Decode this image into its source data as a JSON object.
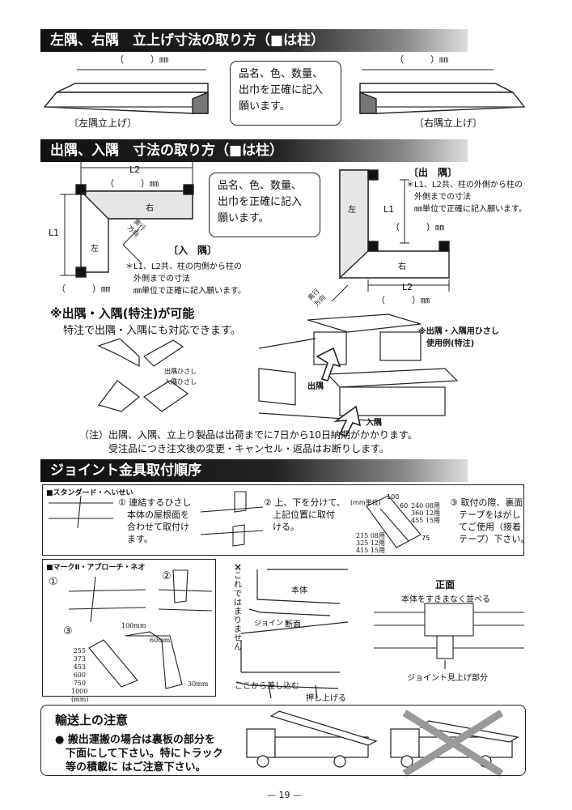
{
  "sec1": {
    "title": "左隅、右隅　立上げ寸法の取り方（■は柱）",
    "dim_left": "（　　　）㎜",
    "dim_right": "（　　　）㎜",
    "note": "品名、色、数量、\n出巾を正確に記入\n願います。",
    "label_left": "〔左隅立上げ〕",
    "label_right": "〔右隅立上げ〕"
  },
  "sec2": {
    "title": "出隅、入隅　寸法の取り方（■は柱）",
    "note": "品名、色、数量、\n出巾を正確に記入\n願います。",
    "irisumi": {
      "l2": "L2",
      "l2_dim": "（　　　）㎜",
      "l1": "L1",
      "l1_dim": "（　　　）㎜",
      "right": "右",
      "left": "左",
      "direction": "奥行方向",
      "title": "〔入　隅〕",
      "desc": "＊L1、L2共、柱の内側から柱の\n　外側までの寸法\n　㎜単位で正確に記入願います。"
    },
    "desumi": {
      "title": "〔出　隅〕",
      "desc": "＊L1、L2共、柱の外側から柱の\n　外側までの寸法\n　㎜単位で正確に記入願います。",
      "left": "左",
      "right": "右",
      "l1": "L1",
      "l1_dim": "（　　　）㎜",
      "l2": "L2",
      "l2_dim": "（　　　）㎜",
      "direction": "奥行方向"
    },
    "special_title": "※出隅・入隅(特注)が可能",
    "special_text": "特注で出隅・入隅にも対応できます。",
    "label_desumi_hisashi": "出隅ひさし",
    "label_irisumi_hisashi": "入隅ひさし",
    "example_note": "※出隅・入隅用ひさし\n　使用例(特注)",
    "label_desumi": "出隅",
    "label_irisumi": "入隅",
    "footnote_1": "（注）出隅、入隅、立上り製品は出荷までに7日から10日納期がかかります。",
    "footnote_2": "受注品につき注文後の変更・キャンセル・返品はお断りします。"
  },
  "sec3": {
    "title": "ジョイント金具取付順序",
    "standard": {
      "heading": "■スタンダード・へいせい",
      "step1": "① 連結するひさし\n　本体の屋根面を\n　合わせて取付け\n　ます。",
      "step2": "② 上、下を分けて、\n　上記位置に取付\n　ける。",
      "unit": "(mm単位)",
      "d100": "100",
      "d60": "60",
      "d75": "75",
      "dims_top": "240 08用\n360 12用\n455 15用",
      "dims_bottom": "215 08用\n325 12用\n415 15用",
      "step3": "③ 取付の際、裏面\n　テープをはがし\n　てご使用（接着\n　テープ）下さい。"
    },
    "mark": {
      "heading": "■マークⅡ・アプローチ・ネオ",
      "n1": "①",
      "n2": "②",
      "n3": "③",
      "d100": "100mm",
      "d60": "60mm",
      "d30": "30mm",
      "sizes": "255\n373\n453\n600\n750\n1000\n(mm)"
    },
    "section": {
      "cross": "×",
      "not_fit": "これではまりません",
      "body": "本体",
      "joint": "ジョイント",
      "danmen": "断面",
      "insert": "ここから差し込む",
      "push": "押し上げる"
    },
    "front": {
      "title": "正面",
      "desc": "本体をすきまなく並べる",
      "bottom": "ジョイント見上げ部分"
    }
  },
  "transport": {
    "title": "輸送上の注意",
    "text": "● 搬出運搬の場合は裏板の部分を\n　下面にして下さい。特にトラック\n　等の積載に はご注意下さい。"
  },
  "footer": {
    "page": "— 19 —"
  }
}
